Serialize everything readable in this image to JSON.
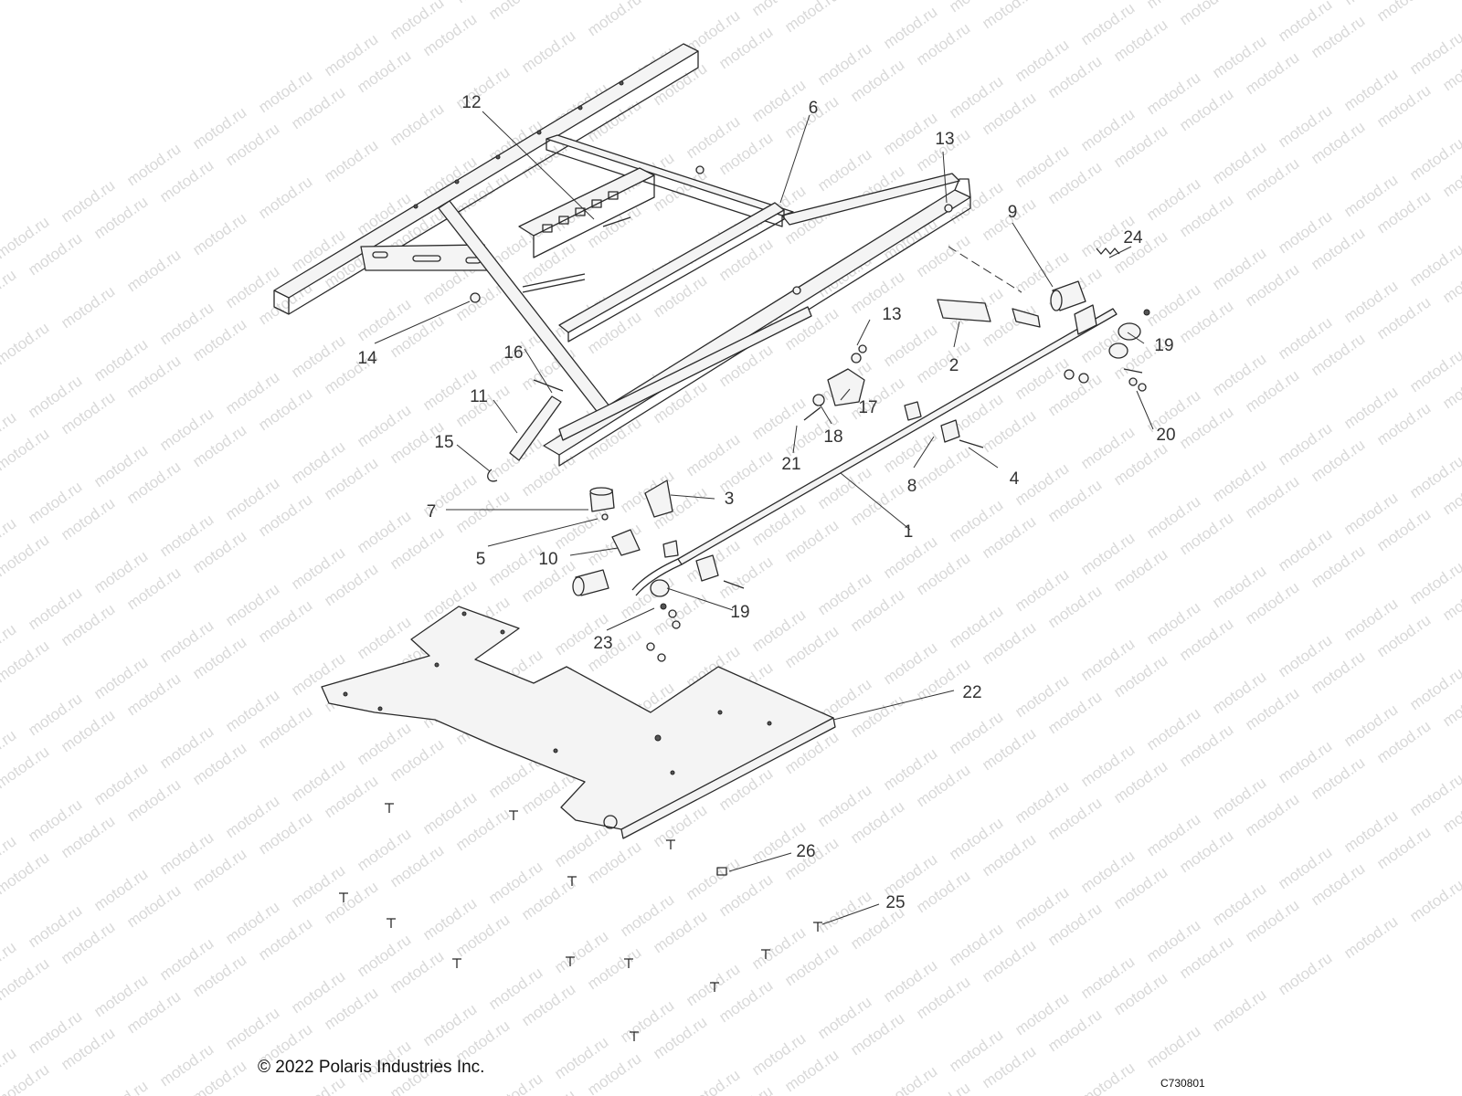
{
  "watermark": "motod.ru",
  "copyright": "© 2022 Polaris Industries Inc.",
  "drawing_id": "C730801",
  "callouts": [
    {
      "id": "c1",
      "label": "1"
    },
    {
      "id": "c2",
      "label": "2"
    },
    {
      "id": "c3",
      "label": "3"
    },
    {
      "id": "c4",
      "label": "4"
    },
    {
      "id": "c5",
      "label": "5"
    },
    {
      "id": "c6",
      "label": "6"
    },
    {
      "id": "c7",
      "label": "7"
    },
    {
      "id": "c8",
      "label": "8"
    },
    {
      "id": "c9",
      "label": "9"
    },
    {
      "id": "c10",
      "label": "10"
    },
    {
      "id": "c11",
      "label": "11"
    },
    {
      "id": "c12",
      "label": "12"
    },
    {
      "id": "c13a",
      "label": "13"
    },
    {
      "id": "c13b",
      "label": "13"
    },
    {
      "id": "c14",
      "label": "14"
    },
    {
      "id": "c15",
      "label": "15"
    },
    {
      "id": "c16",
      "label": "16"
    },
    {
      "id": "c17",
      "label": "17"
    },
    {
      "id": "c18",
      "label": "18"
    },
    {
      "id": "c19a",
      "label": "19"
    },
    {
      "id": "c19b",
      "label": "19"
    },
    {
      "id": "c20",
      "label": "20"
    },
    {
      "id": "c21",
      "label": "21"
    },
    {
      "id": "c22",
      "label": "22"
    },
    {
      "id": "c23",
      "label": "23"
    },
    {
      "id": "c24",
      "label": "24"
    },
    {
      "id": "c25",
      "label": "25"
    },
    {
      "id": "c26",
      "label": "26"
    }
  ]
}
